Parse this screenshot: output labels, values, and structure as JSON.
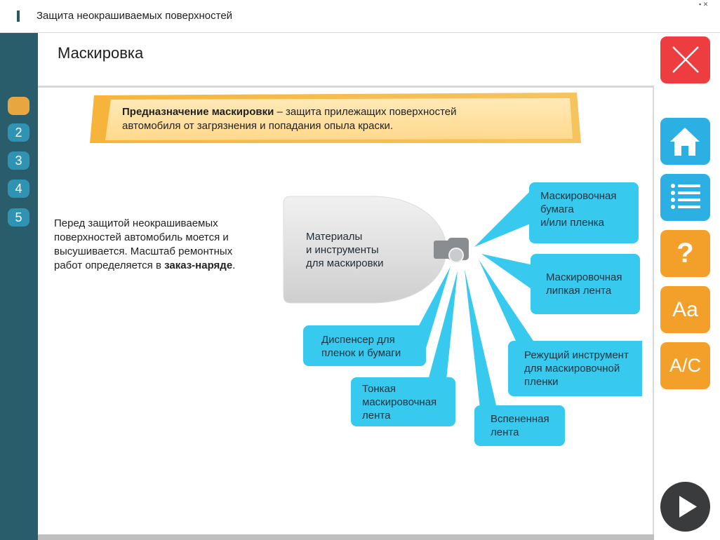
{
  "window": {
    "title": "Защита неокрашиваемых поверхностей"
  },
  "sidebar": {
    "items": [
      {
        "label": ""
      },
      {
        "label": "2"
      },
      {
        "label": "3"
      },
      {
        "label": "4"
      },
      {
        "label": "5"
      }
    ],
    "active_index": 0
  },
  "header": {
    "title": "Маскировка"
  },
  "banner": {
    "bold": "Предназначение маскировки",
    "rest_line1": " – защита прилежащих поверхностей",
    "line2": "автомобиля от загрязнения и попадания опыла краски."
  },
  "intro": {
    "line1": "Перед защитой неокрашиваемых",
    "line2": "поверхностей автомобиль моется и",
    "line3": "высушивается. Масштаб ремонтных",
    "line4_pre": "работ определяется в ",
    "line4_bold": "заказ-наряде",
    "line4_post": "."
  },
  "diagram": {
    "center": {
      "line1": "Материалы",
      "line2": "и инструменты",
      "line3": "для маскировки"
    },
    "items": [
      {
        "lines": [
          "Маскировочная",
          "бумага",
          "и/или пленка"
        ]
      },
      {
        "lines": [
          "Маскировочная",
          "липкая лента"
        ]
      },
      {
        "lines": [
          "Режущий инструмент",
          "для маскировочной",
          "пленки"
        ]
      },
      {
        "lines": [
          "Вспененная",
          "лента"
        ]
      },
      {
        "lines": [
          "Тонкая",
          "маскировочная",
          "лента"
        ]
      },
      {
        "lines": [
          "Диспенсер для",
          "пленок и бумаги"
        ]
      }
    ]
  },
  "right_panel": {
    "close_icon": "close-icon",
    "home_icon": "home-icon",
    "list_icon": "list-icon",
    "help_label": "?",
    "font_label": "Aa",
    "case_label": "A/C",
    "next_icon": "play-icon"
  },
  "colors": {
    "sidebar": "#2a5d6b",
    "active_step": "#e8a640",
    "step": "#2f93b3",
    "bubble": "#37c9ee",
    "close": "#ee3d40",
    "blue_btn": "#2cb0e3",
    "orange_btn": "#f3a02a"
  }
}
